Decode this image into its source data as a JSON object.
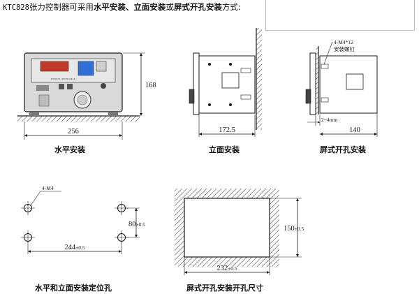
{
  "heading": {
    "prefix": "KTC828",
    "middle": "张力控制器可采用",
    "emph1": "水平安装、立面安装",
    "conj": "或",
    "emph2": "屏式开孔安装",
    "suffix": "方式:"
  },
  "panels": {
    "horizontal": {
      "caption": "水平安装",
      "width_label": "256",
      "height_label": "168",
      "device_label": "TENSION CONTROLLER"
    },
    "vertical": {
      "caption": "立面安装",
      "width_label": "172.5"
    },
    "screen": {
      "caption": "屏式开孔安装",
      "screw_label": "4-M4*12",
      "screw_note": "安装螺钉",
      "gap_label": "2~4mm",
      "width_label": "140"
    },
    "holes": {
      "caption": "水平和立面安装定位孔",
      "hole_label": "4-M4",
      "v_label": "80",
      "v_tol": "±0.5",
      "h_label": "244",
      "h_tol": "±0.5"
    },
    "cutout": {
      "caption": "屏式开孔安装开孔尺寸",
      "v_label": "150",
      "v_tol": "±0.5",
      "h_label": "232",
      "h_tol": "±0.5"
    }
  },
  "colors": {
    "line": "#1a1a1a",
    "device_body": "#d9d9d9",
    "display_red": "#c0392b",
    "display_blue": "#2f6fd6",
    "hatch": "#333333"
  }
}
